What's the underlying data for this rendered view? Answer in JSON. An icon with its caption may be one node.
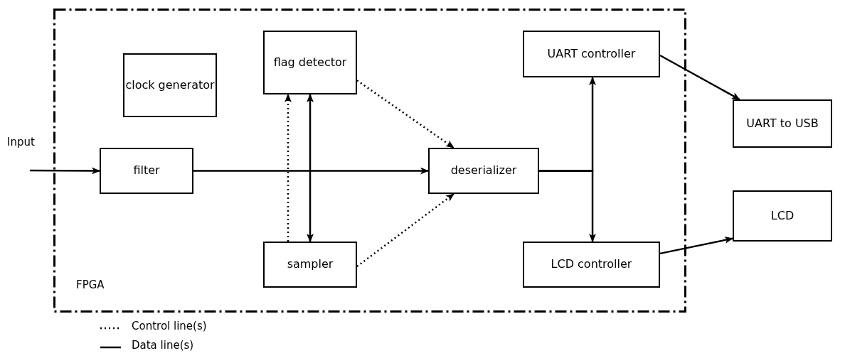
{
  "diagram": {
    "nodes": [
      {
        "text": [
          "FPGA"
        ]
      },
      {
        "text": [
          "clock generator"
        ],
        "in": 0
      },
      {
        "text": [
          "flag detector"
        ],
        "in": 0
      },
      {
        "text": [
          "UART controller"
        ],
        "in": 0
      },
      {
        "text": [
          "filter"
        ],
        "in": 0
      },
      {
        "text": [
          "deserializer"
        ],
        "in": 0
      },
      {
        "text": [
          "sampler"
        ],
        "in": 0
      },
      {
        "text": [
          "LCD controller"
        ],
        "in": 0
      },
      {
        "text": [
          "UART to USB"
        ]
      },
      {
        "text": [
          "LCD"
        ]
      }
    ],
    "edges": [
      {
        "from": null,
        "to": 4,
        "arrow": "to",
        "label": "Input"
      },
      {
        "from": 4,
        "to": 5,
        "arrow": "to"
      },
      {
        "from": 2,
        "to": 6,
        "arrow": "both"
      },
      {
        "from": 6,
        "to": 2,
        "arrow": "to",
        "style": "dashed"
      },
      {
        "from": 2,
        "to": 5,
        "arrow": "to",
        "style": "dashed"
      },
      {
        "from": 6,
        "to": 5,
        "arrow": "to",
        "style": "dashed"
      },
      {
        "from": 5,
        "to": 3,
        "arrow": "to"
      },
      {
        "from": 5,
        "to": 7,
        "arrow": "to"
      },
      {
        "from": 3,
        "to": 8,
        "arrow": "to"
      },
      {
        "from": 7,
        "to": 9,
        "arrow": "to"
      }
    ],
    "legend": [
      {
        "text": "Control line(s)"
      },
      {
        "text": "Data line(s)"
      }
    ]
  }
}
